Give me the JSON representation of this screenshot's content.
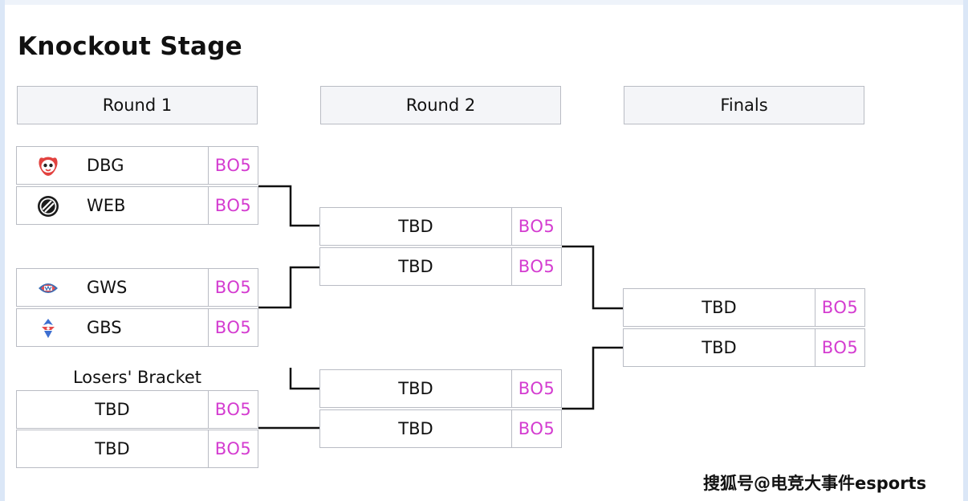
{
  "page": {
    "title": "Knockout Stage"
  },
  "rounds": {
    "round1": "Round 1",
    "round2": "Round 2",
    "finals": "Finals"
  },
  "losers_bracket": {
    "label": "Losers' Bracket"
  },
  "round1_matches": [
    {
      "team_a": {
        "name": "DBG",
        "logo": "dbg-logo-icon",
        "format": "BO5"
      },
      "team_b": {
        "name": "WEB",
        "logo": "web-logo-icon",
        "format": "BO5"
      }
    },
    {
      "team_a": {
        "name": "GWS",
        "logo": "gws-logo-icon",
        "format": "BO5"
      },
      "team_b": {
        "name": "GBS",
        "logo": "gbs-logo-icon",
        "format": "BO5"
      }
    }
  ],
  "losers_match": {
    "team_a": {
      "name": "TBD",
      "format": "BO5"
    },
    "team_b": {
      "name": "TBD",
      "format": "BO5"
    }
  },
  "round2_matches": [
    {
      "team_a": {
        "name": "TBD",
        "format": "BO5"
      },
      "team_b": {
        "name": "TBD",
        "format": "BO5"
      }
    },
    {
      "team_a": {
        "name": "TBD",
        "format": "BO5"
      },
      "team_b": {
        "name": "TBD",
        "format": "BO5"
      }
    }
  ],
  "finals_match": {
    "team_a": {
      "name": "TBD",
      "format": "BO5"
    },
    "team_b": {
      "name": "TBD",
      "format": "BO5"
    }
  },
  "watermark": "搜狐号@电竞大事件esports",
  "colors": {
    "format_text": "#d43cd0",
    "border": "#b9bcc4",
    "header_bg": "#f4f5f8",
    "connector": "#111111"
  }
}
